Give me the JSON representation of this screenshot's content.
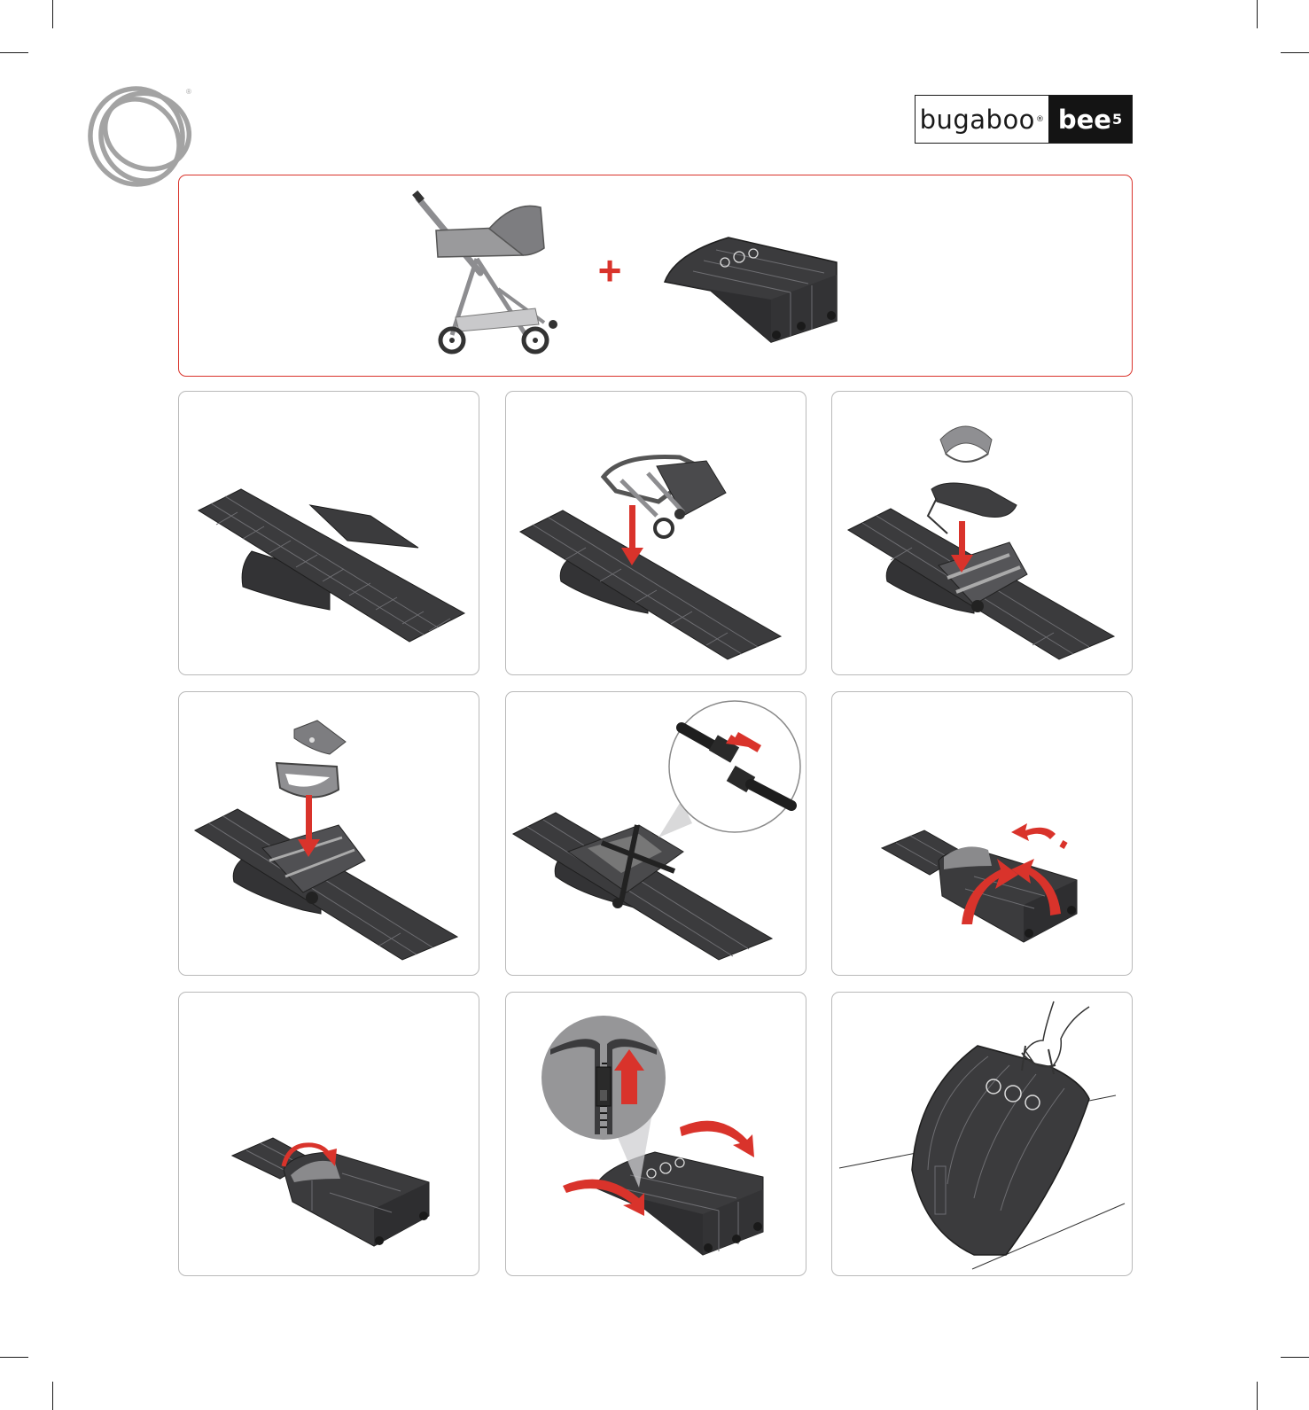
{
  "brand": {
    "name": "bugaboo",
    "registered": "®",
    "model": "bee",
    "model_superscript": "5",
    "logo_registered": "®"
  },
  "colors": {
    "accent_red": "#d9332b",
    "bag_dark": "#3b3b3d",
    "bag_seam": "#6e6e72",
    "frame_grey": "#8d8d90",
    "panel_border": "#b9b9b9",
    "logo_grey": "#a3a3a3"
  },
  "overview": {
    "items": [
      "stroller-with-bassinet",
      "transport-bag"
    ],
    "plus_symbol": "+"
  },
  "steps": [
    {
      "name": "bag-unfolded-flat"
    },
    {
      "name": "place-folded-frame-on-bag"
    },
    {
      "name": "place-sun-canopy-and-bassinet-on-frame"
    },
    {
      "name": "place-seat-and-bumper-bar-on-frame"
    },
    {
      "name": "buckle-strap-over-contents",
      "zoom": "buckle-detail"
    },
    {
      "name": "fold-bag-sides-up"
    },
    {
      "name": "fold-top-flap-over"
    },
    {
      "name": "close-zipper-around-bag",
      "zoom": "zipper-detail"
    },
    {
      "name": "carry-packed-bag-by-handle"
    }
  ]
}
